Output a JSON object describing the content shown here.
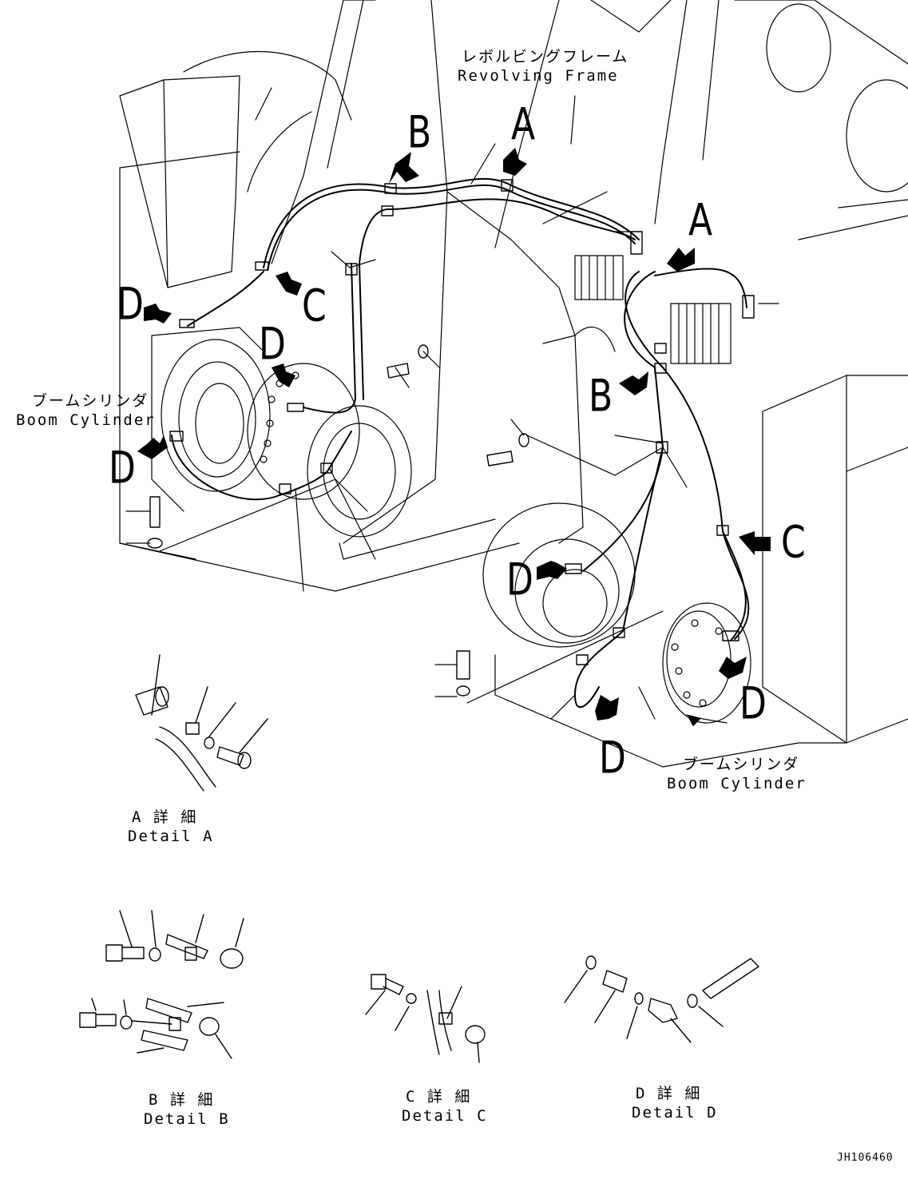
{
  "labels": {
    "revolving_frame_jp": "レボルビングフレーム",
    "revolving_frame_en": "Revolving Frame",
    "boom_cylinder_left_jp": "ブームシリンダ",
    "boom_cylinder_left_en": "Boom Cylinder",
    "boom_cylinder_right_jp": "ブームシリンダ",
    "boom_cylinder_right_en": "Boom Cylinder"
  },
  "callouts": {
    "a": "A",
    "b": "B",
    "c": "C",
    "d": "D"
  },
  "details": {
    "a_jp": "A 詳 細",
    "a_en": "Detail A",
    "b_jp": "B 詳 細",
    "b_en": "Detail B",
    "c_jp": "C 詳 細",
    "c_en": "Detail C",
    "d_jp": "D 詳 細",
    "d_en": "Detail D"
  },
  "drawing_code": "JH106460"
}
